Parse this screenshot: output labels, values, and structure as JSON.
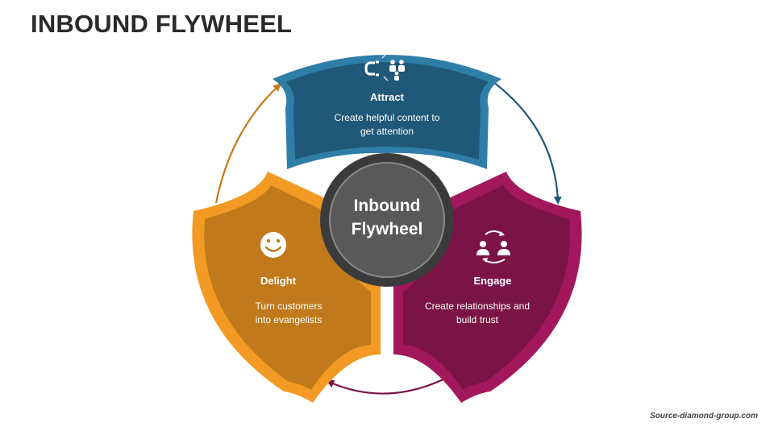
{
  "title": "INBOUND FLYWHEEL",
  "source": "Source-diamond-group.com",
  "hub": {
    "line1": "Inbound",
    "line2": "Flywheel"
  },
  "segments": {
    "attract": {
      "title": "Attract",
      "desc_line1": "Create helpful content to",
      "desc_line2": "get attention",
      "icon": "magnet-people-icon",
      "color": "#1f5878",
      "border": "#2e7ea8"
    },
    "engage": {
      "title": "Engage",
      "desc_line1": "Create relationships and",
      "desc_line2": "build trust",
      "icon": "people-cycle-icon",
      "color": "#7a1346",
      "border": "#a3175c"
    },
    "delight": {
      "title": "Delight",
      "desc_line1": "Turn customers",
      "desc_line2": "into evangelists",
      "icon": "smiley-icon",
      "color": "#c07a1c",
      "border": "#f29a23"
    }
  },
  "colors": {
    "hub_fill": "#595959",
    "hub_ring": "#3b3b3b",
    "arrow_attract_engage": "#1f5878",
    "arrow_engage_delight": "#7a1346",
    "arrow_delight_attract": "#c9791a"
  }
}
